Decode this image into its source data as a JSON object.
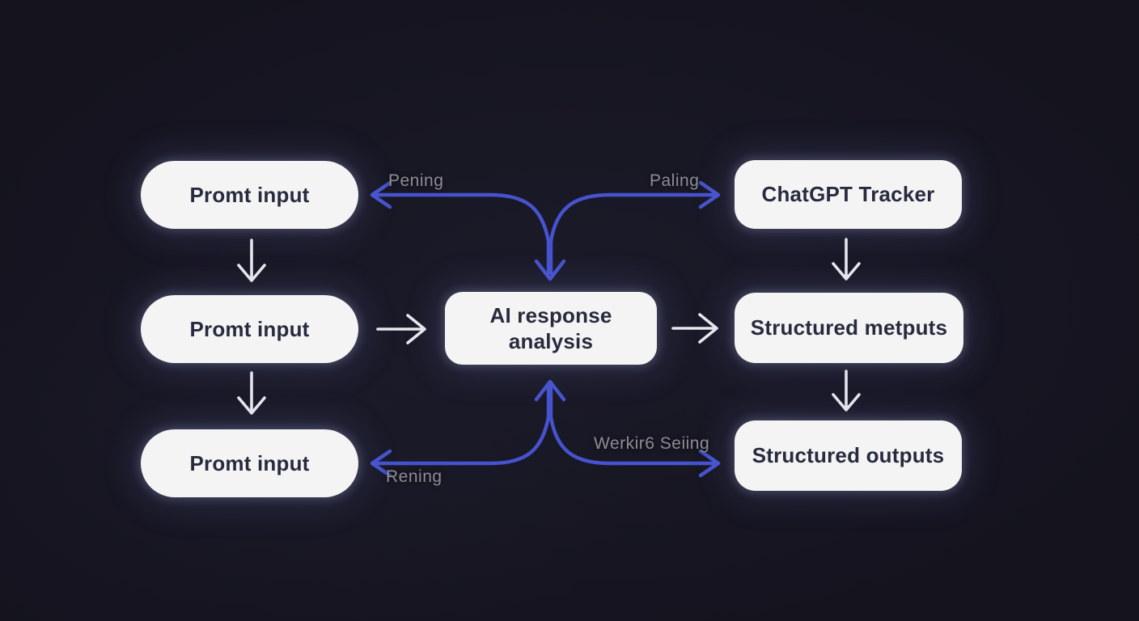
{
  "diagram": {
    "colors": {
      "background": "#14131e",
      "node_fill": "#f4f4f5",
      "node_text": "#272b3d",
      "arrow_blue": "#4753ce",
      "arrow_white": "#e9e9ee",
      "edge_label_gray": "#8d8d98"
    },
    "nodes": {
      "prompt_input_1": "Promt input",
      "prompt_input_2": "Promt input",
      "prompt_input_3": "Promt input",
      "center": "AI response analysis",
      "chatgpt_tracker": "ChatGPT Tracker",
      "structured_metputs": "Structured metputs",
      "structured_outputs": "Structured outputs"
    },
    "edge_labels": {
      "top_left": "Pening",
      "top_right": "Paling",
      "bottom_left": "Rening",
      "bottom_right": "Werkir6 Seiing"
    }
  }
}
